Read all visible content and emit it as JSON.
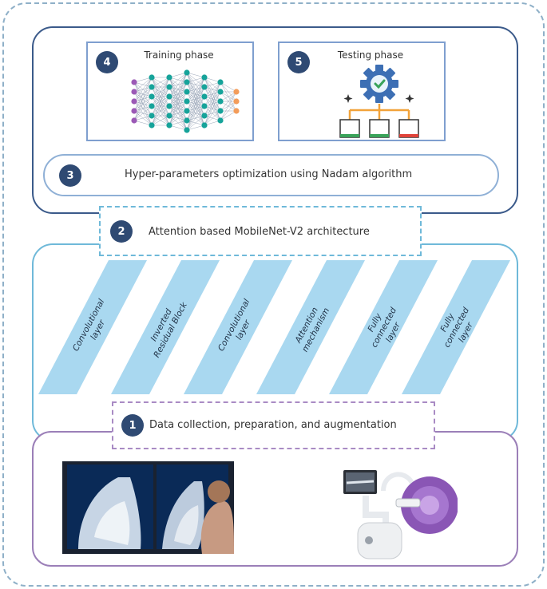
{
  "stages": {
    "training": {
      "number": "4",
      "title": "Training phase"
    },
    "testing": {
      "number": "5",
      "title": "Testing phase"
    },
    "optimization": {
      "number": "3",
      "label": "Hyper-parameters optimization using Nadam algorithm"
    },
    "architecture": {
      "number": "2",
      "label": "Attention based MobileNet-V2 architecture"
    },
    "data": {
      "number": "1",
      "label": "Data collection, preparation, and augmentation"
    }
  },
  "layers": [
    {
      "lines": [
        "Convolutional",
        "layer"
      ]
    },
    {
      "lines": [
        "Inverted",
        "Residual Block"
      ]
    },
    {
      "lines": [
        "Convolutional",
        "layer"
      ]
    },
    {
      "lines": [
        "Attention",
        "mechanism"
      ]
    },
    {
      "lines": [
        "Fully",
        "connected",
        "layer"
      ]
    },
    {
      "lines": [
        "Fully",
        "connected",
        "layer"
      ]
    }
  ],
  "colors": {
    "badge": "#2f4a73",
    "top_border": "#3b5a8a",
    "mid_border": "#6fb9d9",
    "bottom_border": "#9b7fb8",
    "layer_fill": "#a9d8f0"
  },
  "icons": {
    "training": "neural-network-icon",
    "testing": "gear-check-icon",
    "photo_left": "mammogram-photo",
    "photo_right": "ultrasound-machine-photo"
  }
}
